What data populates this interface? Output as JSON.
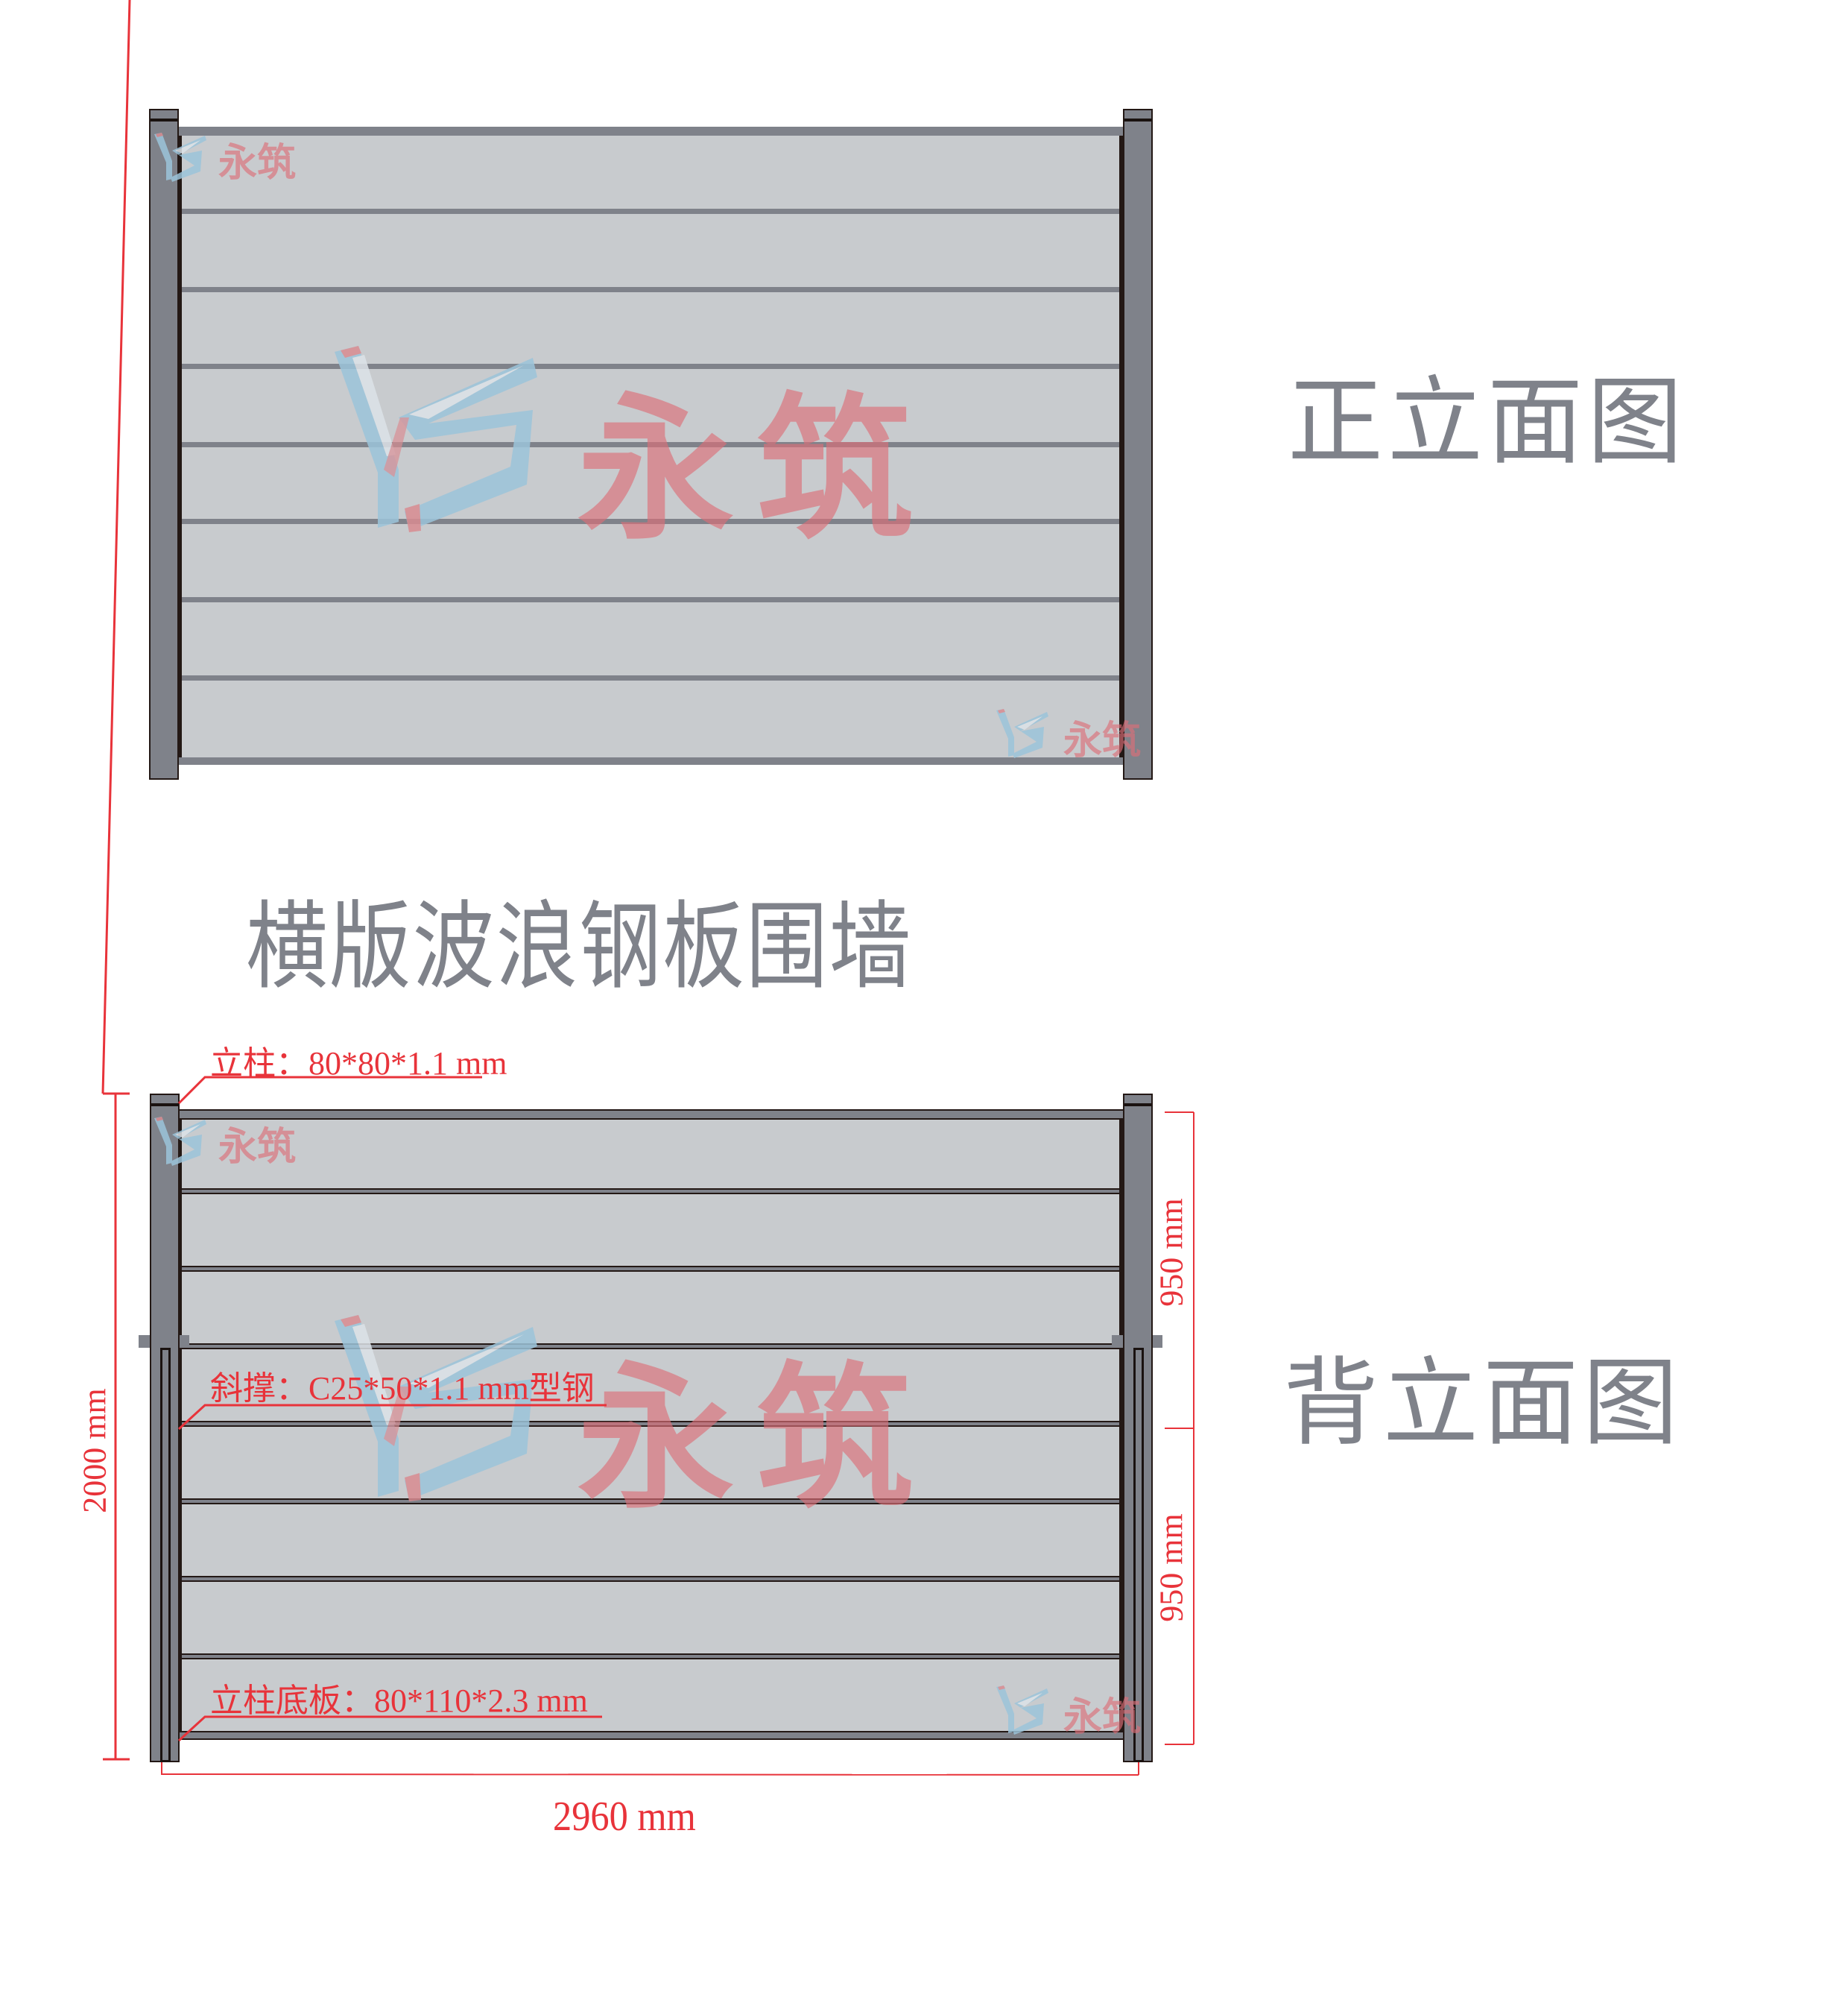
{
  "front_view": {
    "title": "正立面图",
    "rail_count": 9
  },
  "product_title": "横版波浪钢板围墙",
  "back_view": {
    "title": "背立面图",
    "annotations": {
      "post": "立柱：80*80*1.1 mm",
      "brace": "斜撑：C25*50*1.1 mm型钢",
      "base_plate": "立柱底板：80*110*2.3 mm"
    },
    "dimensions": {
      "height": "2000 mm",
      "upper_segment": "950 mm",
      "lower_segment": "950 mm",
      "width": "2960 mm"
    }
  },
  "watermark": {
    "logo_letters": "YZ",
    "brand": "永筑"
  },
  "colors": {
    "steel": "#7f828a",
    "panel": "#c8cbce",
    "dimension_red": "#e8333a",
    "title_gray": "#7f828a"
  }
}
